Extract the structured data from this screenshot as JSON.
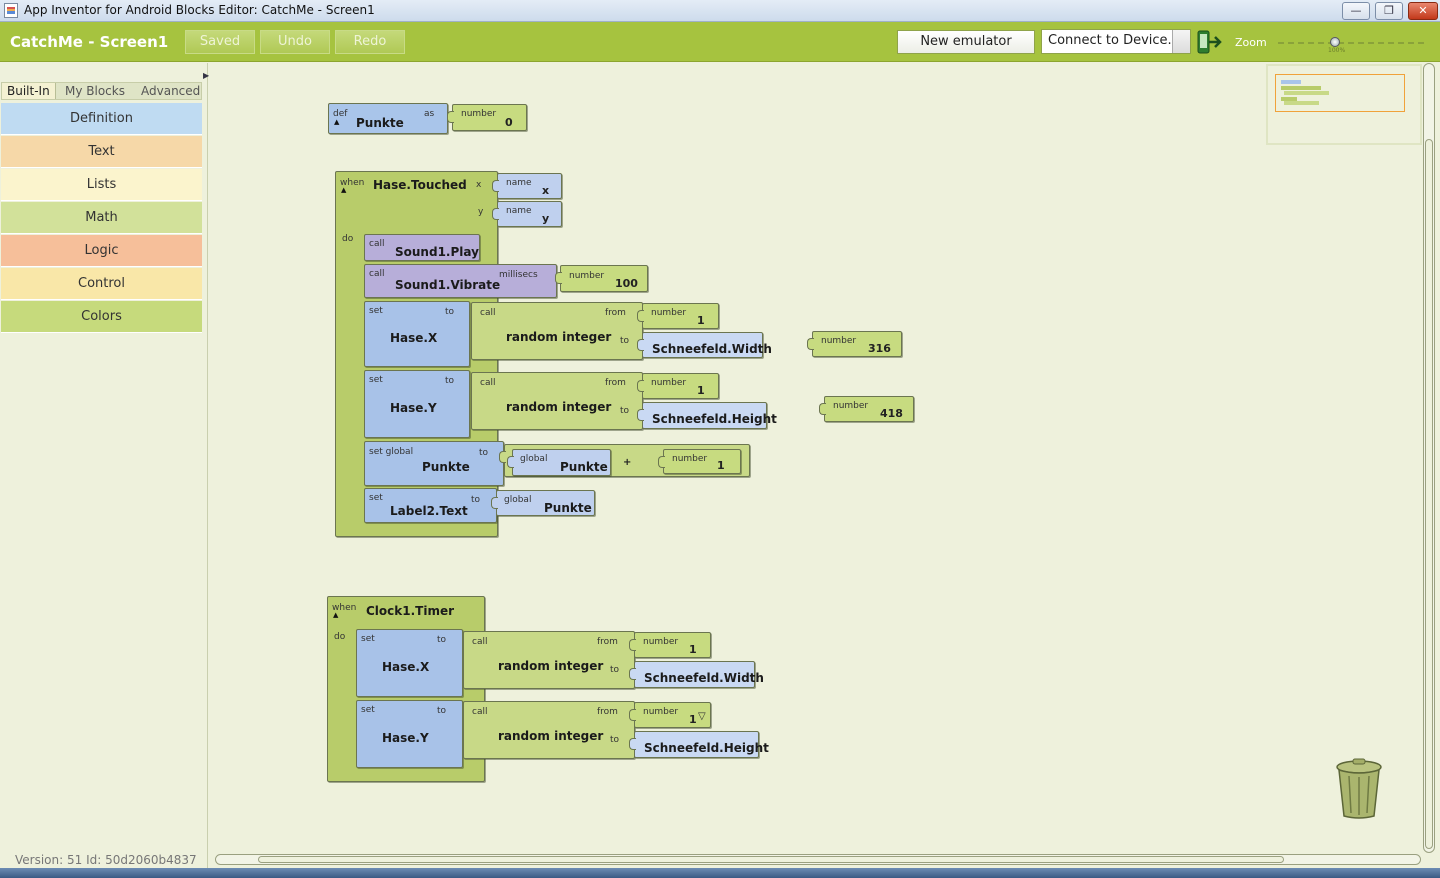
{
  "window": {
    "title": "App Inventor for Android Blocks Editor: CatchMe - Screen1",
    "minimize": "—",
    "maximize": "❐",
    "close": "✕"
  },
  "toolbar": {
    "project": "CatchMe - Screen1",
    "saved": "Saved",
    "undo": "Undo",
    "redo": "Redo",
    "new_emulator": "New emulator",
    "connect": "Connect to Device...",
    "zoom_label": "Zoom",
    "zoom_percent": "100%",
    "zoom_level": 0.37
  },
  "palette": {
    "tabs": [
      "Built-In",
      "My Blocks",
      "Advanced"
    ],
    "drawers": [
      {
        "label": "Definition",
        "color": "#bfdbf2"
      },
      {
        "label": "Text",
        "color": "#f6d8a8"
      },
      {
        "label": "Lists",
        "color": "#fbf4cd"
      },
      {
        "label": "Math",
        "color": "#d2e19a"
      },
      {
        "label": "Logic",
        "color": "#f6bf9a"
      },
      {
        "label": "Control",
        "color": "#f9e7a8"
      },
      {
        "label": "Colors",
        "color": "#c6da7c"
      }
    ],
    "version": "Version: 51 Id: 50d2060b4837"
  },
  "blocks": {
    "def_punkte": {
      "def": "def",
      "name": "Punkte",
      "as": "as",
      "num_label": "number",
      "num_value": "0"
    },
    "hase_touched": {
      "when": "when",
      "event": "Hase.Touched",
      "do": "do",
      "x_label": "x",
      "y_label": "y",
      "name_label": "name",
      "name_x": "x",
      "name_y": "y",
      "call": "call",
      "sound_play": "Sound1.Play",
      "sound_vibrate": "Sound1.Vibrate",
      "millisecs": "millisecs",
      "vib_num_label": "number",
      "vib_num_value": "100",
      "set": "set",
      "to": "to",
      "hase_x": "Hase.X",
      "hase_y": "Hase.Y",
      "random_integer": "random integer",
      "from": "from",
      "one_label": "number",
      "one_value": "1",
      "width": "Schneefeld.Width",
      "height": "Schneefeld.Height",
      "set_global": "set global",
      "punkte": "Punkte",
      "global": "global",
      "plus": "+",
      "label2_text": "Label2.Text"
    },
    "loose_316": {
      "label": "number",
      "value": "316"
    },
    "loose_418": {
      "label": "number",
      "value": "418"
    },
    "clock_timer": {
      "when": "when",
      "event": "Clock1.Timer",
      "do": "do",
      "set": "set",
      "to": "to",
      "call": "call",
      "from": "from",
      "hase_x": "Hase.X",
      "hase_y": "Hase.Y",
      "random_integer": "random integer",
      "num_label": "number",
      "num_value": "1",
      "width": "Schneefeld.Width",
      "height": "Schneefeld.Height"
    }
  },
  "icons": {
    "connect": "phone-connect-icon",
    "trash": "trash-can-icon",
    "collapse": "collapse-arrow-icon"
  }
}
